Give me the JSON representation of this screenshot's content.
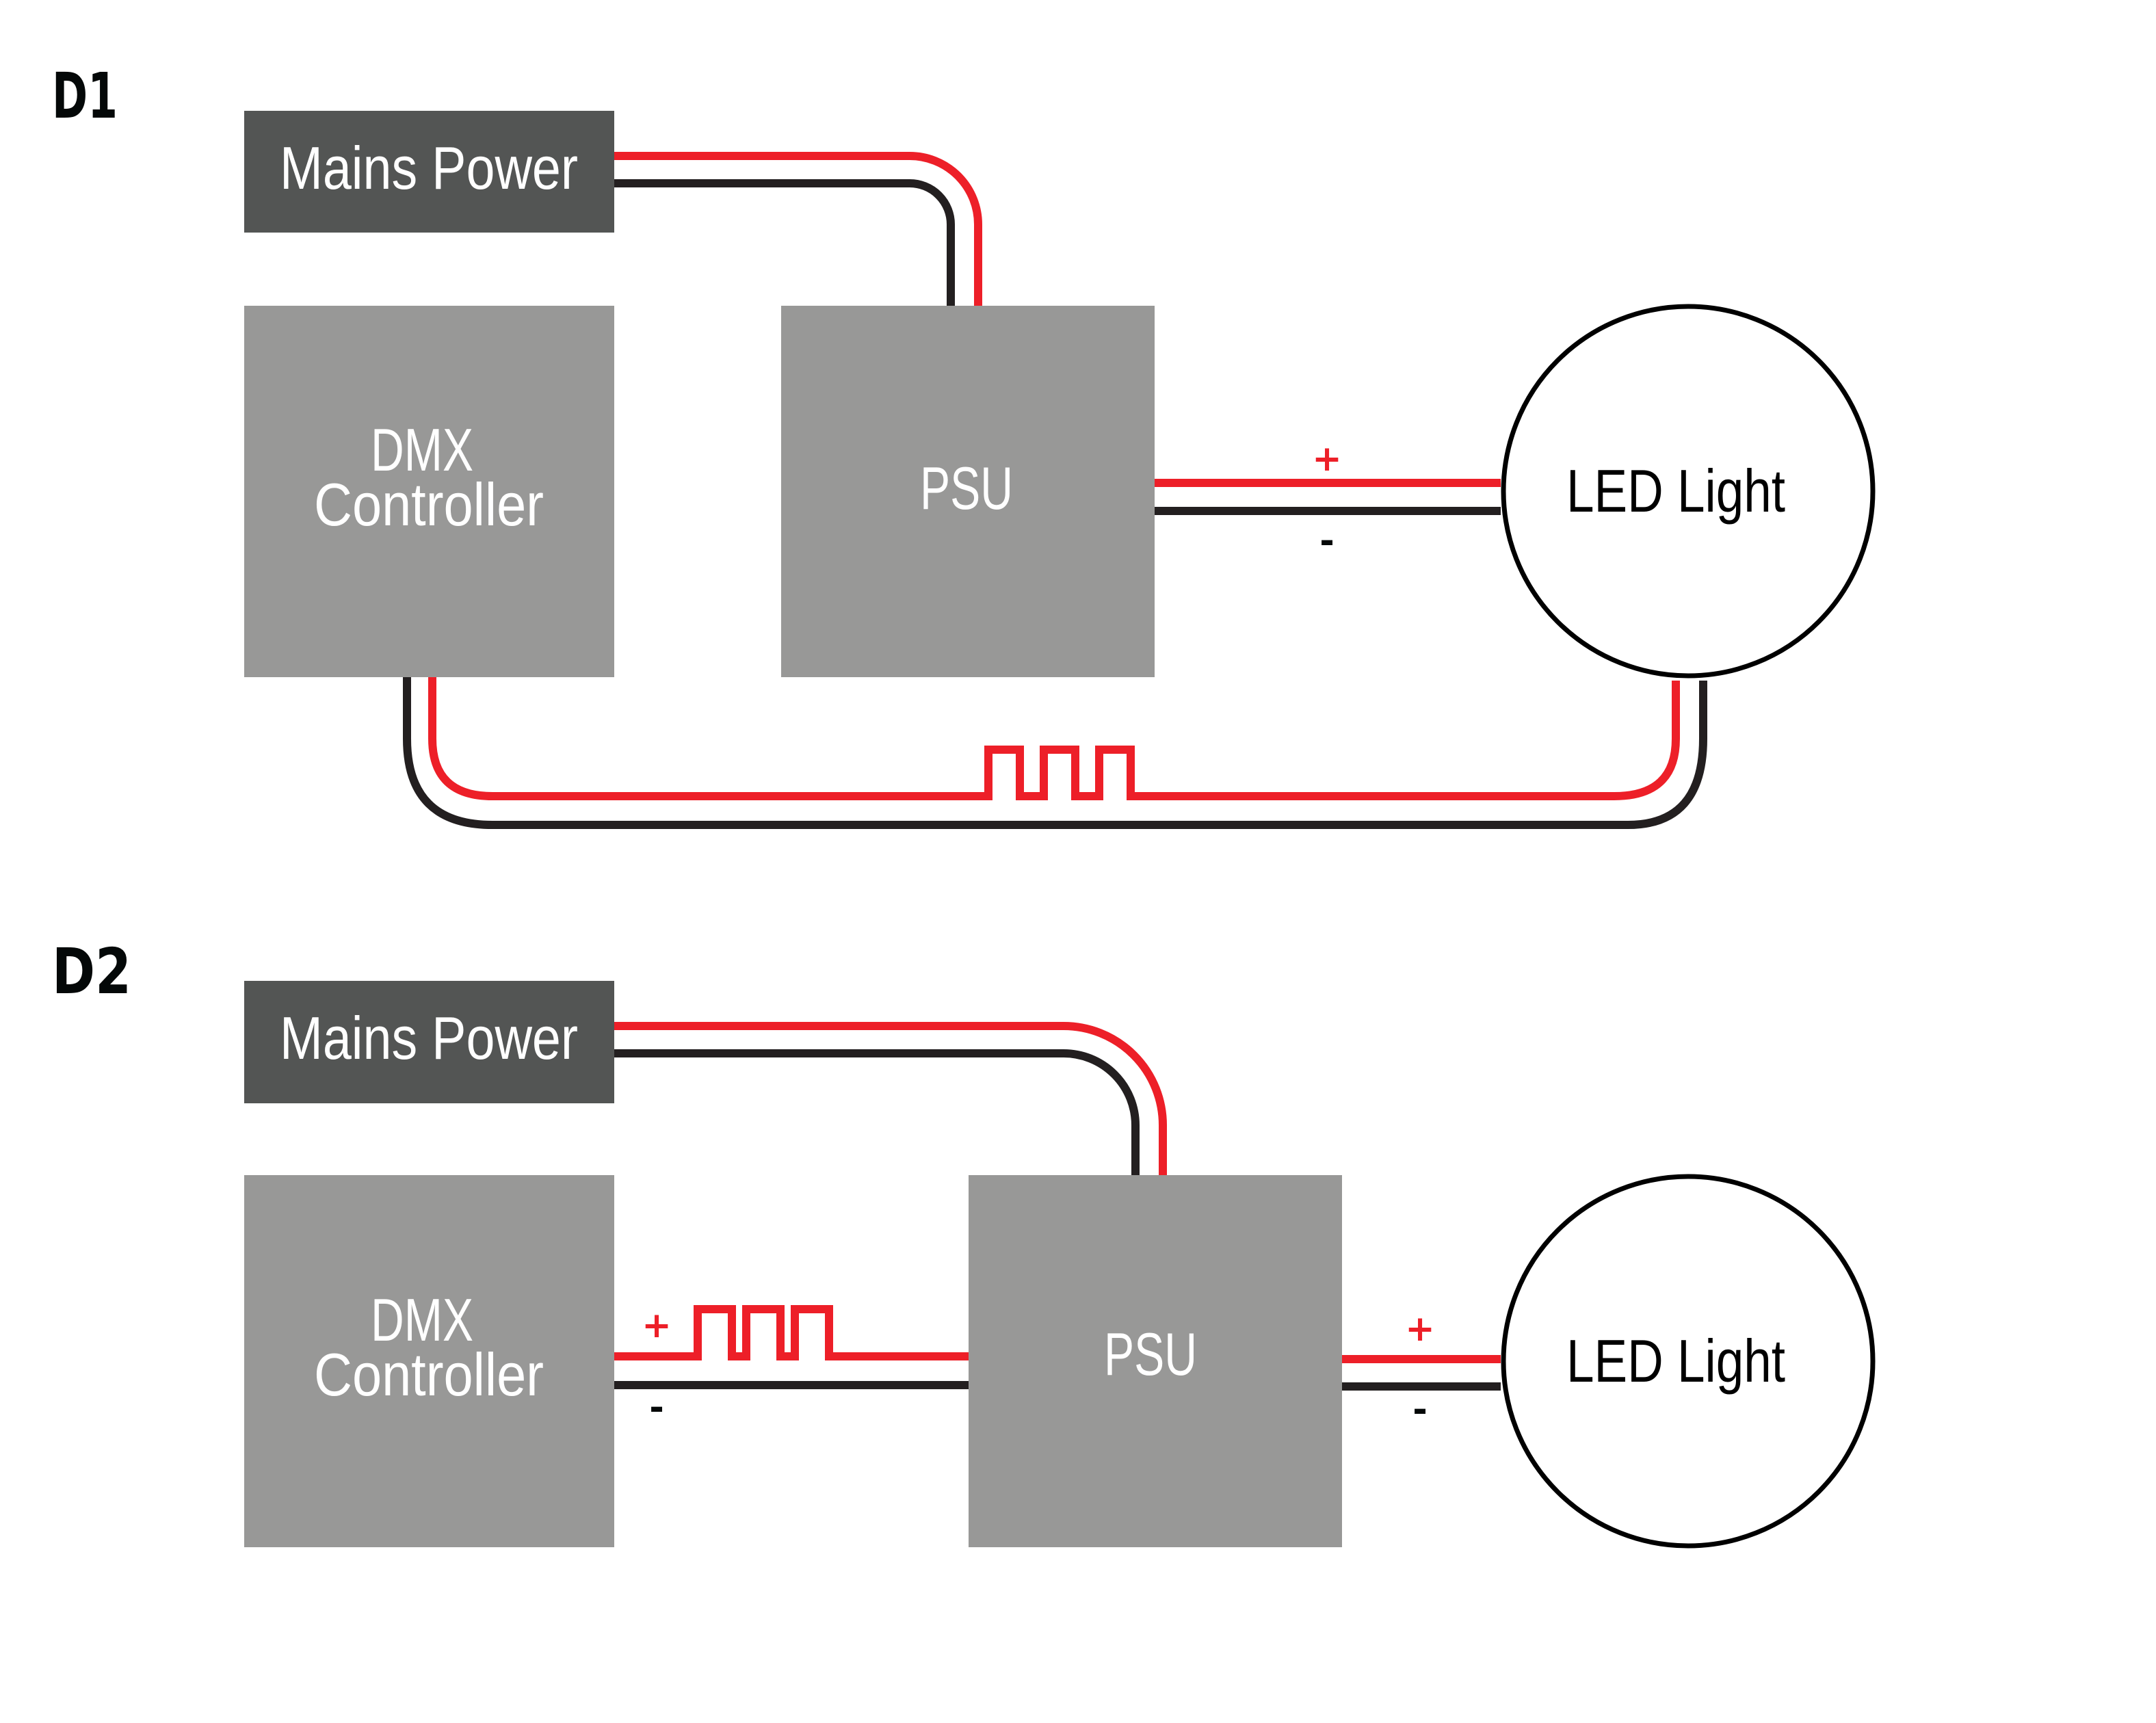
{
  "colors": {
    "positive_wire": "#ed1f28",
    "negative_wire": "#231f20",
    "mains_box": "#535554",
    "component_box": "#989897",
    "led_outline": "#000000"
  },
  "diagrams": [
    {
      "id": "D1",
      "title": "D1",
      "components": {
        "mains": "Mains Power",
        "controller_line1": "DMX",
        "controller_line2": "Controller",
        "psu": "PSU",
        "led": "LED Light"
      },
      "polarity": {
        "plus": "+",
        "minus": "-"
      },
      "connections": [
        "Mains Power → PSU",
        "PSU → LED Light (+/-)",
        "DMX Controller → LED Light (data signal)"
      ]
    },
    {
      "id": "D2",
      "title": "D2",
      "components": {
        "mains": "Mains Power",
        "controller_line1": "DMX",
        "controller_line2": "Controller",
        "psu": "PSU",
        "led": "LED Light"
      },
      "polarity": {
        "plus": "+",
        "minus": "-"
      },
      "connections": [
        "Mains Power → PSU",
        "DMX Controller → PSU (+/- data signal)",
        "PSU → LED Light (+/-)"
      ]
    }
  ]
}
